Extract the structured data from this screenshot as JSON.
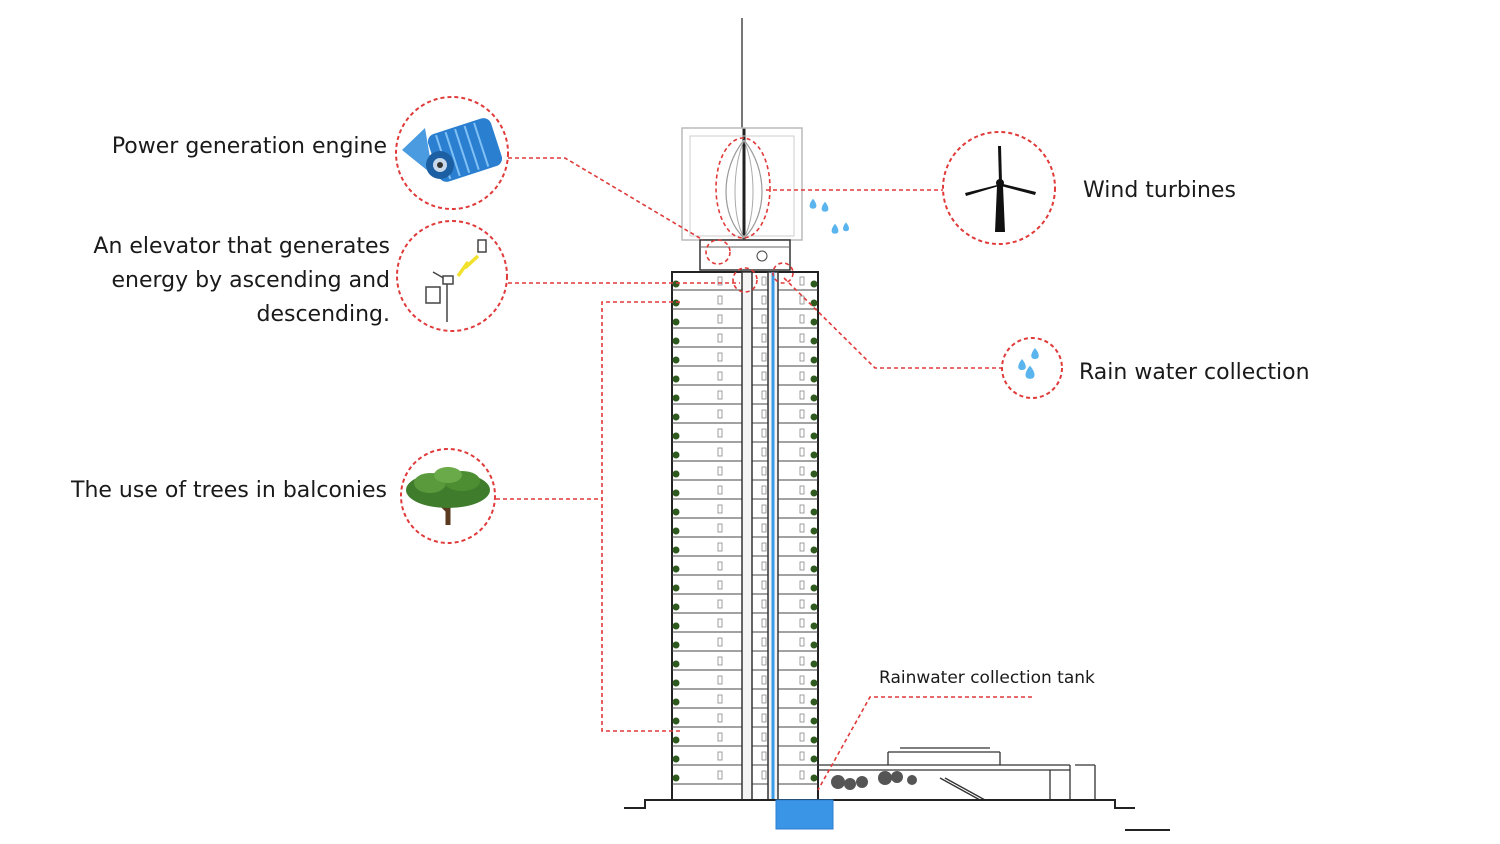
{
  "labels": {
    "power_engine": "Power generation engine",
    "elevator_line1": "An elevator that generates",
    "elevator_line2": "energy by ascending and",
    "elevator_line3": "descending.",
    "trees": "The use of trees in balconies",
    "wind": "Wind turbines",
    "rain": "Rain water collection",
    "tank": "Rainwater collection tank"
  },
  "colors": {
    "callout": "#e03a3a",
    "building_line": "#333333",
    "water": "#3a9be8",
    "tank_fill": "#3b95e6",
    "tree_green": "#3f7d2c",
    "engine_blue": "#2a7fd0"
  },
  "icons": {
    "power_engine": "generator-icon",
    "elevator": "elevator-generator-icon",
    "trees": "tree-icon",
    "wind": "wind-turbine-icon",
    "rain": "water-drops-icon"
  }
}
